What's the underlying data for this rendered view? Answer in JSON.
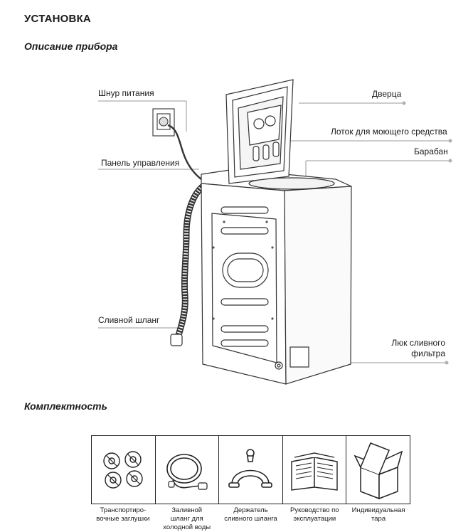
{
  "section_title": "УСТАНОВКА",
  "device_heading": "Описание прибора",
  "callouts": {
    "power_cord": "Шнур питания",
    "control_panel": "Панель управления",
    "drain_hose": "Сливной шланг",
    "door": "Дверца",
    "detergent_tray": "Лоток для моющего средства",
    "drum": "Барабан",
    "filter_hatch_line1": "Люк сливного",
    "filter_hatch_line2": "фильтра"
  },
  "contents_heading": "Комплектность",
  "accessories": [
    {
      "line1": "Транспортиро-",
      "line2": "вочные заглушки",
      "line3": "",
      "icon": "transport-plugs-icon"
    },
    {
      "line1": "Заливной",
      "line2": "шланг  для",
      "line3": "холодной воды",
      "icon": "inlet-hose-icon"
    },
    {
      "line1": "Держатель",
      "line2": "сливного шланга",
      "line3": "",
      "icon": "hose-holder-icon"
    },
    {
      "line1": "Руководство по",
      "line2": "эксплуатации",
      "line3": "",
      "icon": "manual-book-icon"
    },
    {
      "line1": "Индивидуальная",
      "line2": "тара",
      "line3": "",
      "icon": "box-icon"
    }
  ]
}
